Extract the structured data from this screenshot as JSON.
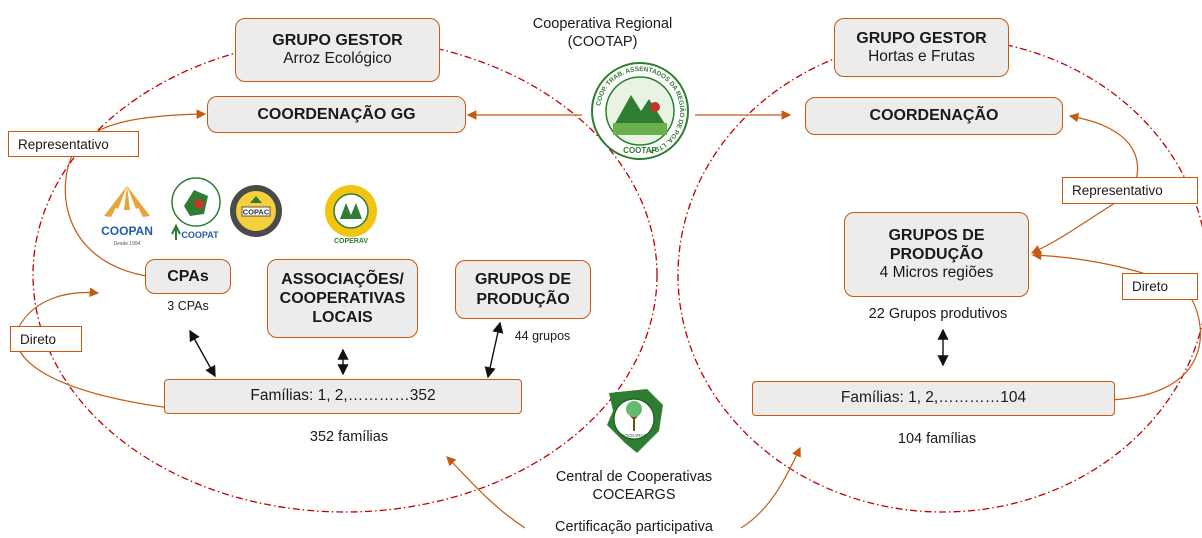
{
  "coop_regional": {
    "line1": "Cooperativa Regional",
    "line2": "(COOTAP)"
  },
  "left": {
    "gestor_title": "GRUPO GESTOR",
    "gestor_sub": "Arroz Ecológico",
    "coordenacao": "COORDENAÇÃO GG",
    "representativo": "Representativo",
    "direto": "Direto",
    "cpas_title": "CPAs",
    "cpas_count": "3 CPAs",
    "assoc_line1": "ASSOCIAÇÕES/",
    "assoc_line2": "COOPERATIVAS",
    "assoc_line3": "LOCAIS",
    "grupos_line1": "GRUPOS DE",
    "grupos_line2": "PRODUÇÃO",
    "grupos_count": "44 grupos",
    "familias": "Famílias: 1, 2,…………352",
    "familias_total": "352 famílias",
    "logos": [
      "COOPAN",
      "COOPAT",
      "COPAC",
      "COPERAV"
    ],
    "coopan_sub": "Desde 1994"
  },
  "right": {
    "gestor_title": "GRUPO GESTOR",
    "gestor_sub": "Hortas e Frutas",
    "coordenacao": "COORDENAÇÃO",
    "representativo": "Representativo",
    "direto": "Direto",
    "grupos_line1": "GRUPOS DE",
    "grupos_line2": "PRODUÇÃO",
    "grupos_sub": "4 Micros regiões",
    "grupos_produtivos": "22 Grupos produtivos",
    "familias": "Famílias: 1, 2,…………104",
    "familias_total": "104 famílias"
  },
  "central": {
    "line1": "Central de Cooperativas",
    "line2": "COCEARGS",
    "cert": "Certificação participativa"
  },
  "seal_cootap": {
    "ring_text": "COOP. TRAB. ASSENTADOS DA REGIÃO DE POA. LTDA",
    "bottom": "COOTAP"
  },
  "seal_cocear": {
    "bottom": "COCEARGS"
  },
  "colors": {
    "accent": "#c55a11",
    "dashed": "#c00000",
    "box_fill": "#ececec",
    "seal_green": "#2e7d32"
  }
}
